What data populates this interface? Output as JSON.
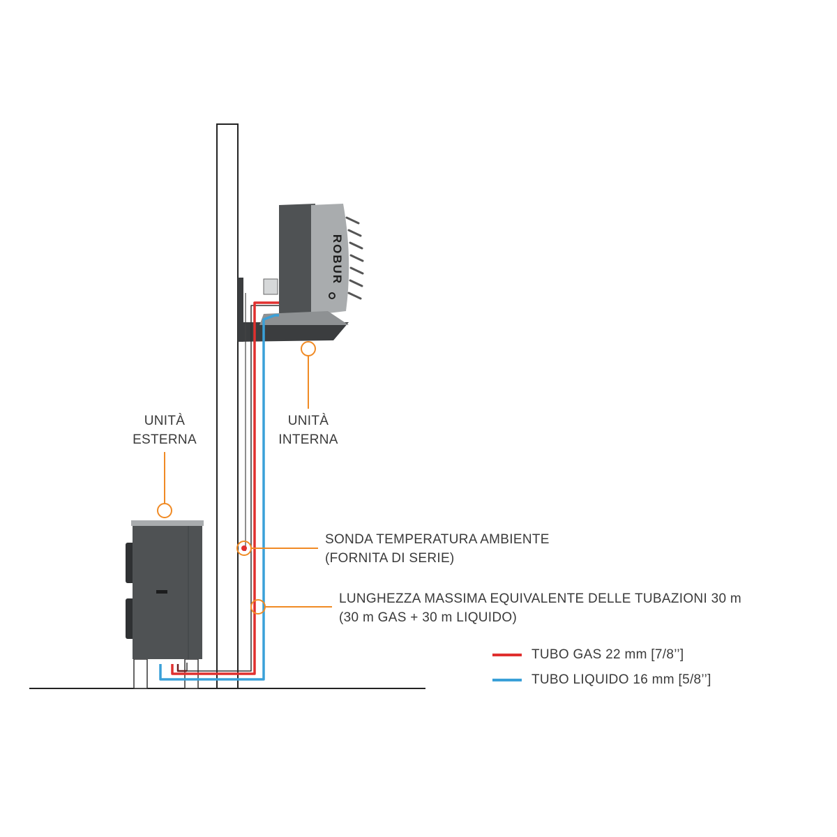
{
  "labels": {
    "outdoor_unit": [
      "UNITÀ",
      "ESTERNA"
    ],
    "indoor_unit": [
      "UNITÀ",
      "INTERNA"
    ],
    "ambient_probe": [
      "SONDA TEMPERATURA AMBIENTE",
      "(FORNITA DI SERIE)"
    ],
    "max_length": [
      "LUNGHEZZA MASSIMA EQUIVALENTE DELLE TUBAZIONI 30 m",
      "(30 m GAS + 30 m LIQUIDO)"
    ]
  },
  "brand": "ROBUR",
  "legend": [
    {
      "label": "TUBO GAS 22 mm [7/8’’]",
      "color": "#e0302f"
    },
    {
      "label": "TUBO LIQUIDO 16 mm [5/8’’]",
      "color": "#3aa0d8"
    }
  ],
  "colors": {
    "accent": "#f08a24",
    "gas_pipe": "#e0302f",
    "liquid_pipe": "#3aa0d8",
    "unit_dark": "#4f5254",
    "unit_grey": "#a9acae"
  }
}
